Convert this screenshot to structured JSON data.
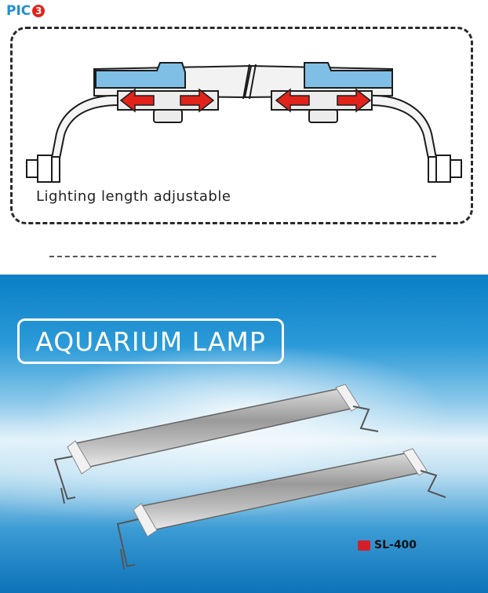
{
  "pic_label": {
    "text": "PIC",
    "number": "3"
  },
  "diagram": {
    "caption": "Lighting length adjustable",
    "colors": {
      "clip_blue": "#7fbfe6",
      "arrow_red": "#e2231a",
      "outline": "#1c1c1c"
    }
  },
  "banner": {
    "title": "AQUARIUM LAMP",
    "model": {
      "label": "SL-400",
      "swatch_color": "#d1202a"
    }
  }
}
